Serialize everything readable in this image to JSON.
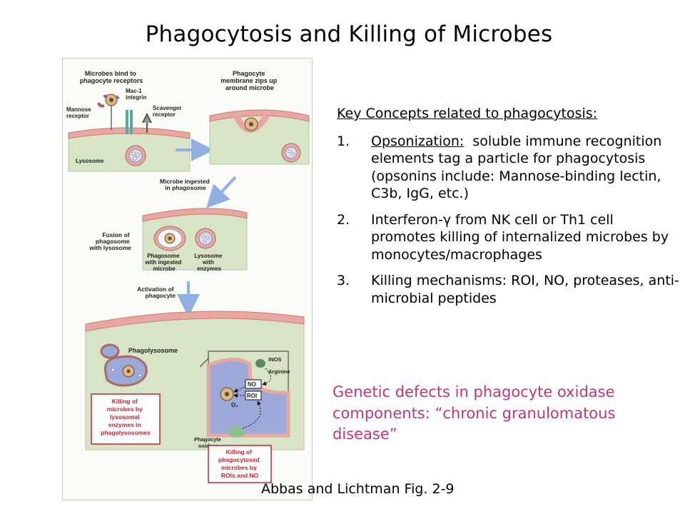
{
  "title": "Phagocytosis and Killing of Microbes",
  "figure": {
    "step1_title": [
      "Microbes bind to",
      "phagocyte receptors"
    ],
    "mac1": [
      "Mac-1",
      "integrin"
    ],
    "mannose": [
      "Mannose",
      "receptor"
    ],
    "scavenger": [
      "Scavenger",
      "receptor"
    ],
    "lysosome": "Lysosome",
    "step2_title": [
      "Phagocyte",
      "membrane zips up",
      "around microbe"
    ],
    "ingested": [
      "Microbe ingested",
      "in phagosome"
    ],
    "fusion": [
      "Fusion of",
      "phagosome",
      "with lysosome"
    ],
    "phagosome_label": [
      "Phagosome",
      "with ingested",
      "microbe"
    ],
    "lysosome_enzymes": [
      "Lysosome",
      "with",
      "enzymes"
    ],
    "activation": [
      "Activation of",
      "phagocyte"
    ],
    "phagolysosome": "Phagolysosome",
    "inos": "iNOS",
    "arginine": "Arginine",
    "no": "NO",
    "o2": "O₂",
    "roi": "ROI",
    "phagocyte_oxidase": [
      "Phagocyte",
      "oxidase"
    ],
    "box_lysosomal": [
      "Killing of",
      "microbes by",
      "lysosomal",
      "enzymes in",
      "phagolysosomes"
    ],
    "box_roi": [
      "Killing of",
      "phagocytosed",
      "microbes by",
      "ROIs and NO"
    ]
  },
  "concepts": {
    "heading": "Key Concepts related to phagocytosis:",
    "items": [
      {
        "num": "1.",
        "lead": "Opsonization:",
        "text": "  soluble immune recognition elements tag a particle for phagocytosis (opsonins include: Mannose-binding lectin, C3b, IgG, etc.)"
      },
      {
        "num": "2.",
        "text": "Interferon-γ from NK cell or Th1 cell promotes killing of internalized microbes by monocytes/macrophages"
      },
      {
        "num": "3.",
        "text": "Killing mechanisms: ROI, NO, proteases, anti-microbial peptides"
      }
    ]
  },
  "genetic": "Genetic defects in phagocyte oxidase components: “chronic granulomatous disease”",
  "caption": "Abbas and Lichtman Fig. 2-9",
  "colors": {
    "genetic": "#c8327a",
    "membrane": "#e8a7a0",
    "cytoplasm": "#d8e4c6",
    "vacuole": "#9da9d8",
    "arrow": "#8fb0e0",
    "box_border": "#c8202f"
  }
}
